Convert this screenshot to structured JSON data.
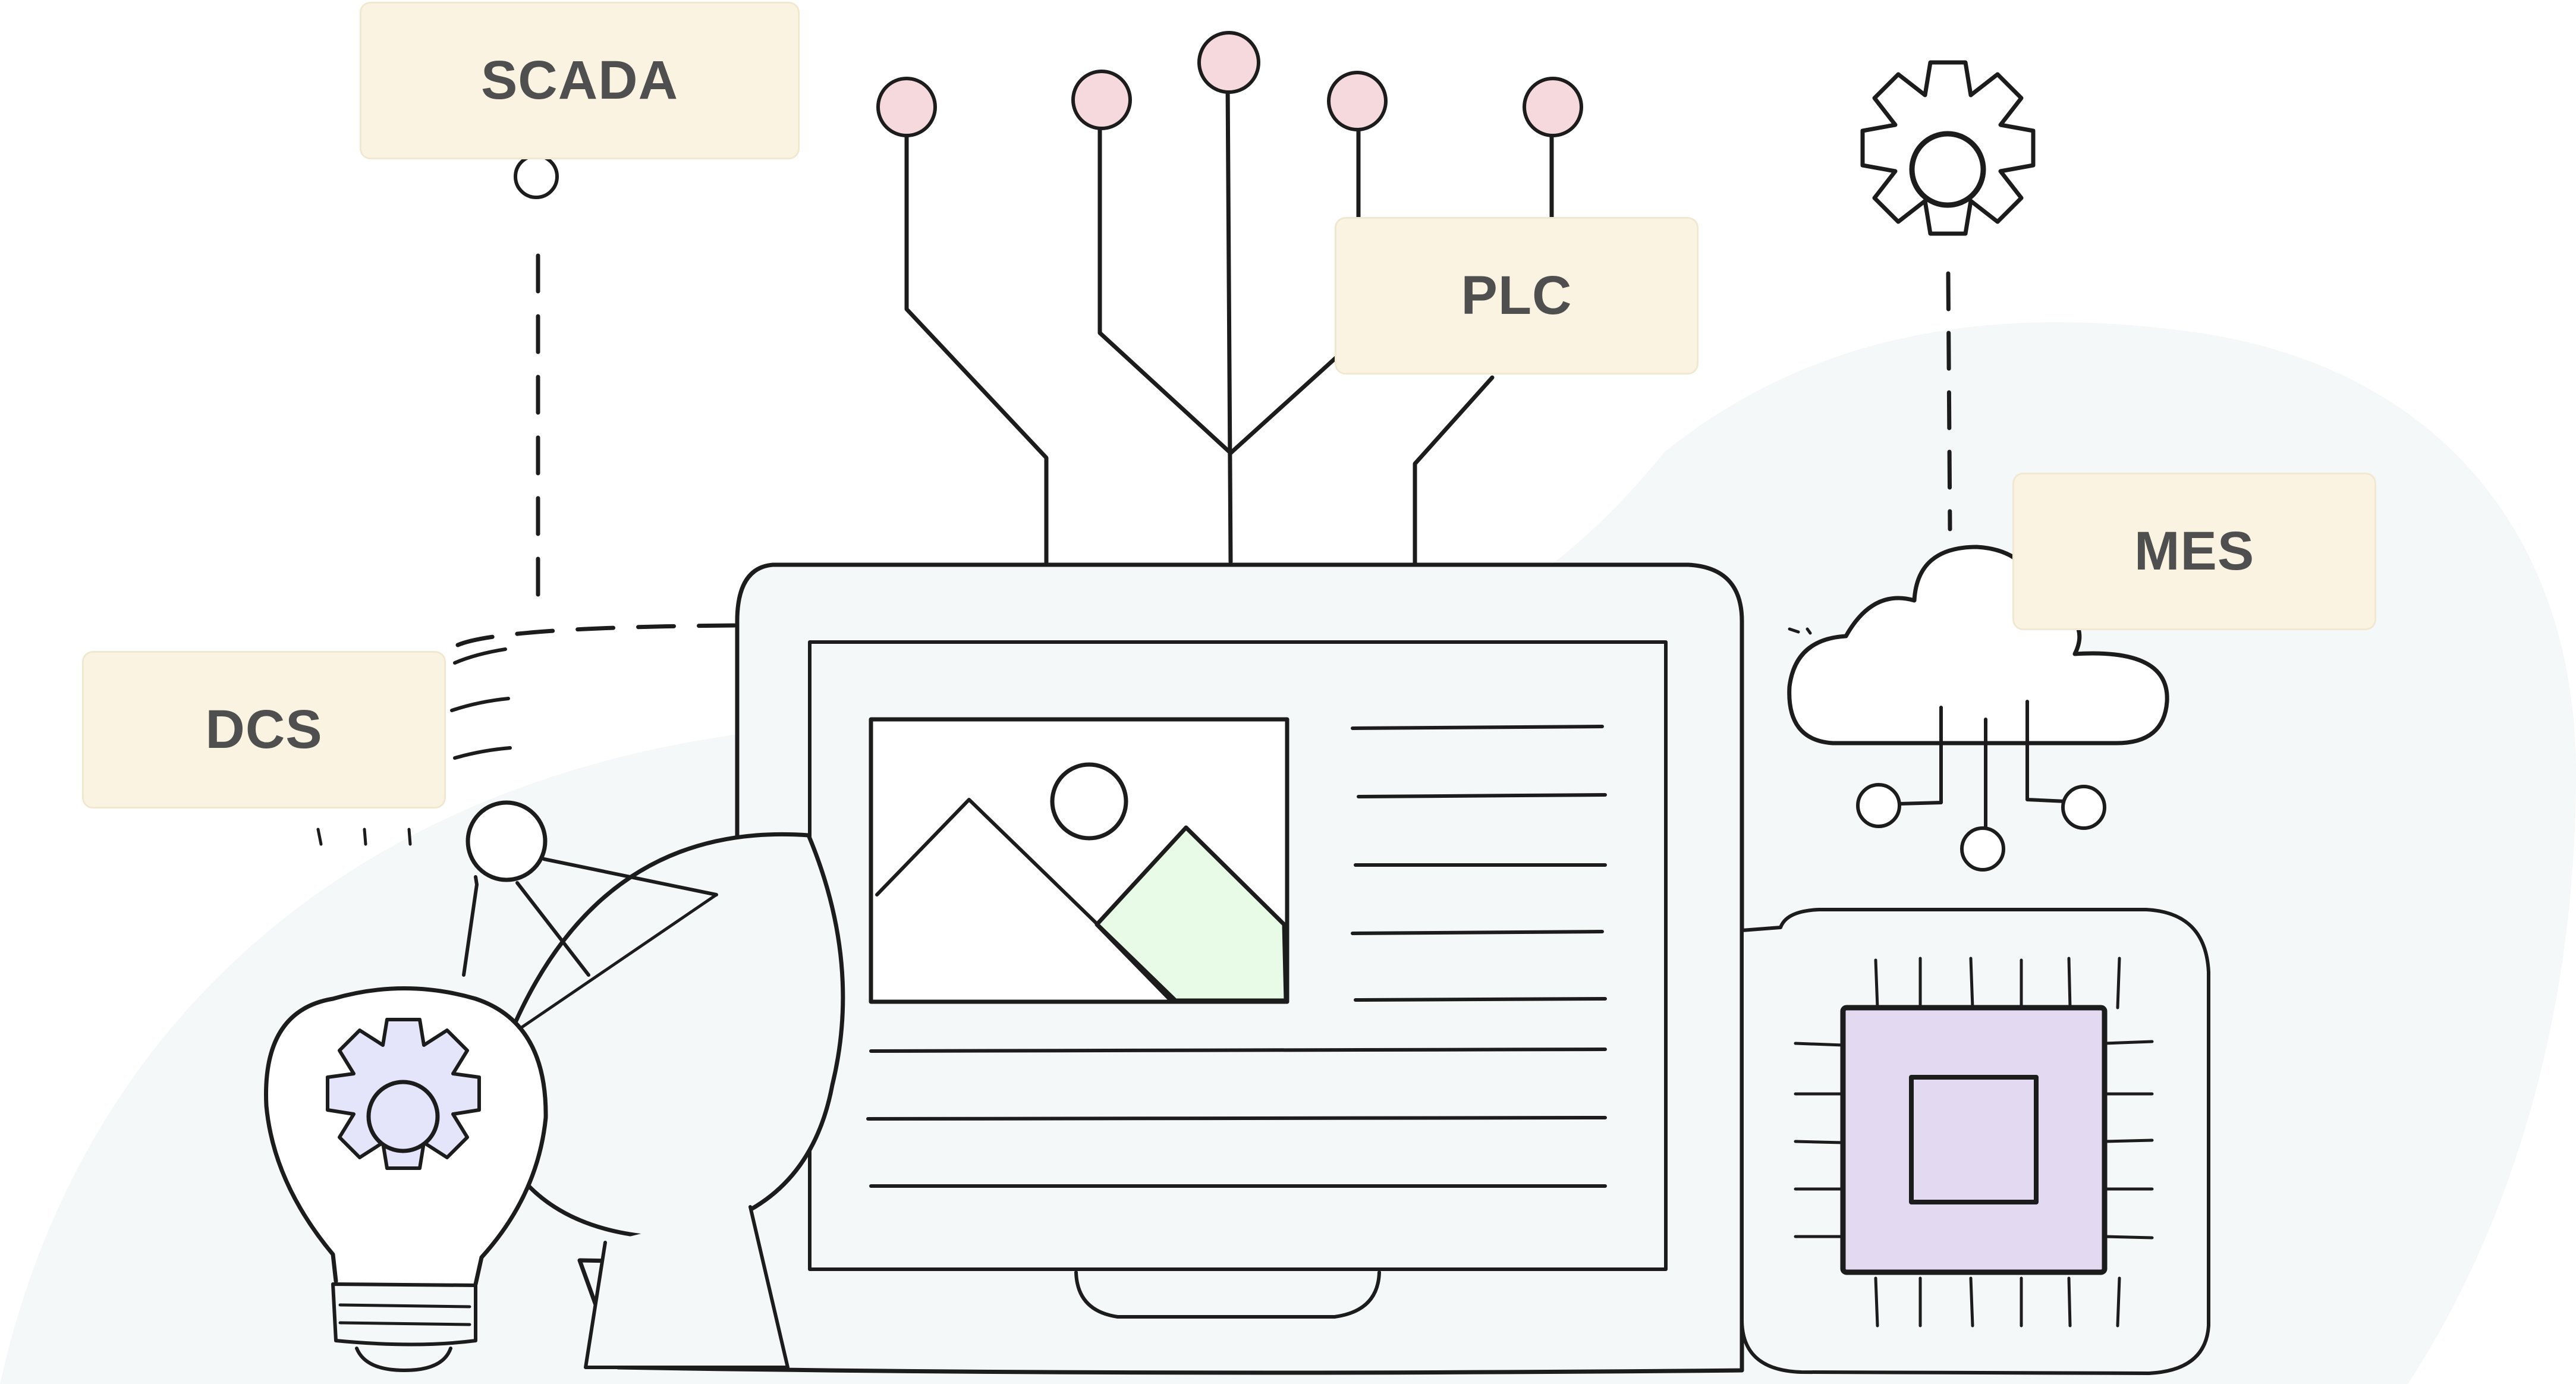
{
  "labels": {
    "scada": "SCADA",
    "plc": "PLC",
    "mes": "MES",
    "dcs": "DCS"
  },
  "colors": {
    "stroke": "#1c1c1c",
    "label_fill": "#fbf3e1",
    "label_text": "#4f4f4f",
    "pin_fill": "#f6d9dc",
    "bulb_gear_fill": "#e4e4fb",
    "chip_fill": "#e3daf1",
    "mountain_fill": "#e8fbe6",
    "backdrop": "#f4f8f9"
  },
  "icons": [
    "gear-icon",
    "cloud-icon",
    "lightbulb-icon",
    "satellite-dish-icon",
    "monitor-icon",
    "chip-icon",
    "image-icon"
  ]
}
